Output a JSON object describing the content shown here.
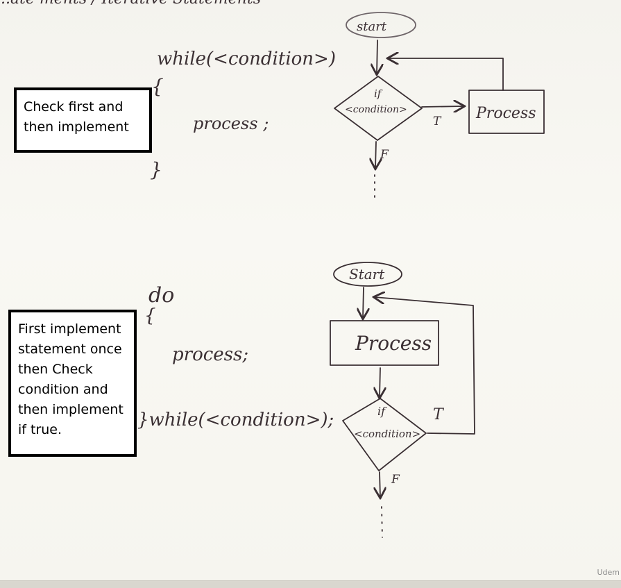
{
  "header_text": "...ate ments / Iterative Statements",
  "while_section": {
    "note_lines": [
      "Check first and",
      "then implement"
    ],
    "code_line1": "while(<condition>)",
    "code_open": "{",
    "code_body": "process ;",
    "code_close": "}",
    "flow": {
      "start": "start",
      "decision_top": "if",
      "decision_bottom": "<condition>",
      "true_label": "T",
      "false_label": "F",
      "process": "Process"
    }
  },
  "do_while_section": {
    "note_lines": [
      "First implement",
      "statement once",
      "then Check",
      "condition and",
      "then implement",
      "if true."
    ],
    "code_do": "do",
    "code_open": "{",
    "code_body": "process;",
    "code_close_while": "}while(<condition>);",
    "flow": {
      "start": "Start",
      "process": "Process",
      "decision_top": "if",
      "decision_bottom": "<condition>",
      "true_label": "T",
      "false_label": "F"
    }
  },
  "watermark": "Udem"
}
